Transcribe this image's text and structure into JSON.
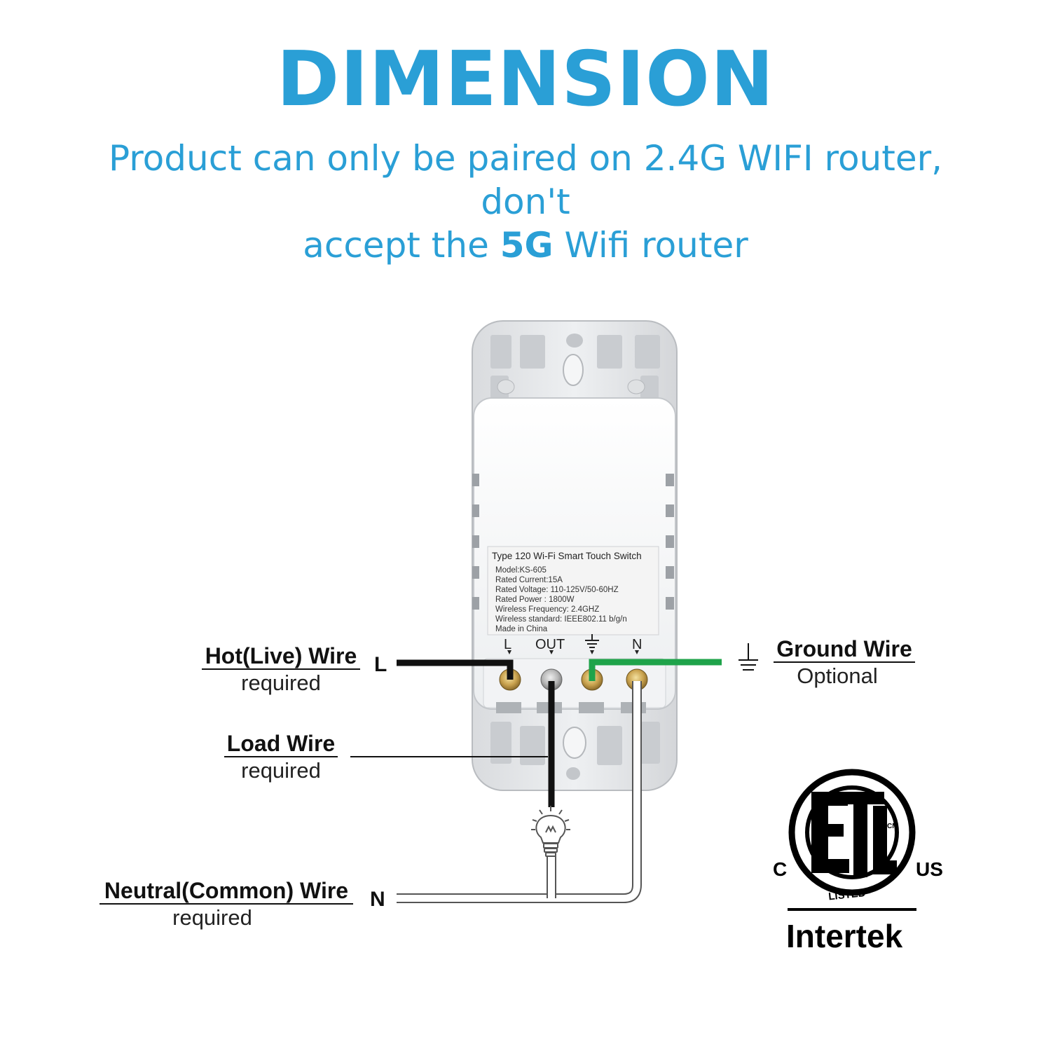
{
  "header": {
    "title": "DIMENSION",
    "subtitle_line1": "Product can only be paired on 2.4G WIFI router, don't",
    "subtitle_line2_pre": "accept the ",
    "subtitle_line2_bold": "5G",
    "subtitle_line2_post": " Wifi router"
  },
  "colors": {
    "accent": "#2a9fd6",
    "hot_wire": "#111111",
    "load_wire": "#111111",
    "ground_wire": "#1fa34a",
    "neutral_wire": "#ffffff"
  },
  "device_label": {
    "title": "Type 120 Wi-Fi Smart Touch Switch",
    "lines": [
      "Model:KS-605",
      "Rated Current:15A",
      "Rated Voltage: 110-125V/50-60HZ",
      "Rated Power  : 1800W",
      "Wireless Frequency: 2.4GHZ",
      "Wireless standard: IEEE802.11 b/g/n",
      "Made in China"
    ]
  },
  "terminals": {
    "L": "L",
    "OUT": "OUT",
    "N": "N"
  },
  "wires": {
    "hot": {
      "name": "Hot(Live) Wire",
      "note": "required",
      "terminal": "L"
    },
    "load": {
      "name": "Load Wire",
      "note": "required"
    },
    "neutral": {
      "name": "Neutral(Common) Wire",
      "note": "required",
      "terminal": "N"
    },
    "ground": {
      "name": "Ground Wire",
      "note": "Optional"
    }
  },
  "certification": {
    "left": "C",
    "right": "US",
    "mark": "ETL",
    "cm": "CM",
    "listed": "LISTED",
    "company": "Intertek"
  }
}
